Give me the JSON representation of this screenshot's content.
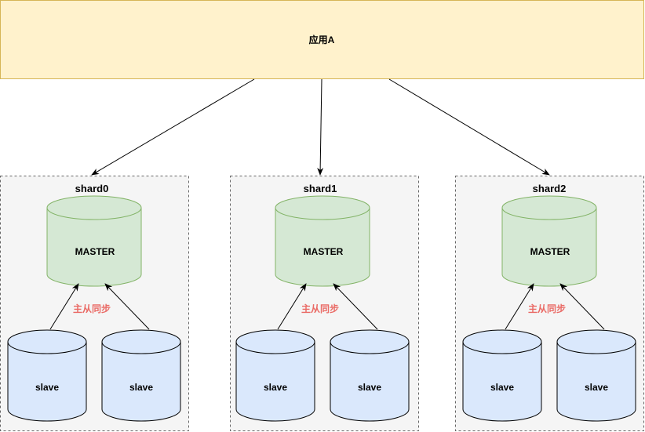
{
  "app": {
    "label": "应用A"
  },
  "shards": [
    {
      "title": "shard0",
      "master_label": "MASTER",
      "sync_label": "主从同步",
      "slaves": [
        {
          "label": "slave"
        },
        {
          "label": "slave"
        }
      ]
    },
    {
      "title": "shard1",
      "master_label": "MASTER",
      "sync_label": "主从同步",
      "slaves": [
        {
          "label": "slave"
        },
        {
          "label": "slave"
        }
      ]
    },
    {
      "title": "shard2",
      "master_label": "MASTER",
      "sync_label": "主从同步",
      "slaves": [
        {
          "label": "slave"
        },
        {
          "label": "slave"
        }
      ]
    }
  ],
  "colors": {
    "app_fill": "#fff2cc",
    "app_stroke": "#d6b656",
    "shard_fill": "#f5f5f5",
    "shard_stroke": "#666666",
    "master_fill": "#d5e8d4",
    "master_stroke": "#82b366",
    "slave_fill": "#dae8fc",
    "slave_stroke": "#000000",
    "sync_text": "#ea6b66",
    "line": "#000000"
  }
}
